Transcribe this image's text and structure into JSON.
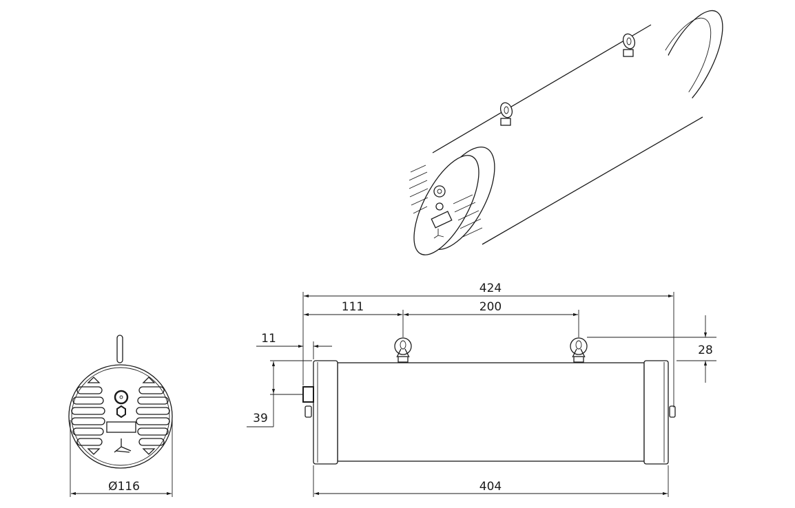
{
  "drawing": {
    "dimensions": {
      "overall_length": "424",
      "eyebolt_offset": "111",
      "eyebolt_spacing": "200",
      "connector_protrusion": "11",
      "eyebolt_height": "28",
      "connector_height": "39",
      "body_length": "404",
      "diameter": "Ø116"
    }
  }
}
